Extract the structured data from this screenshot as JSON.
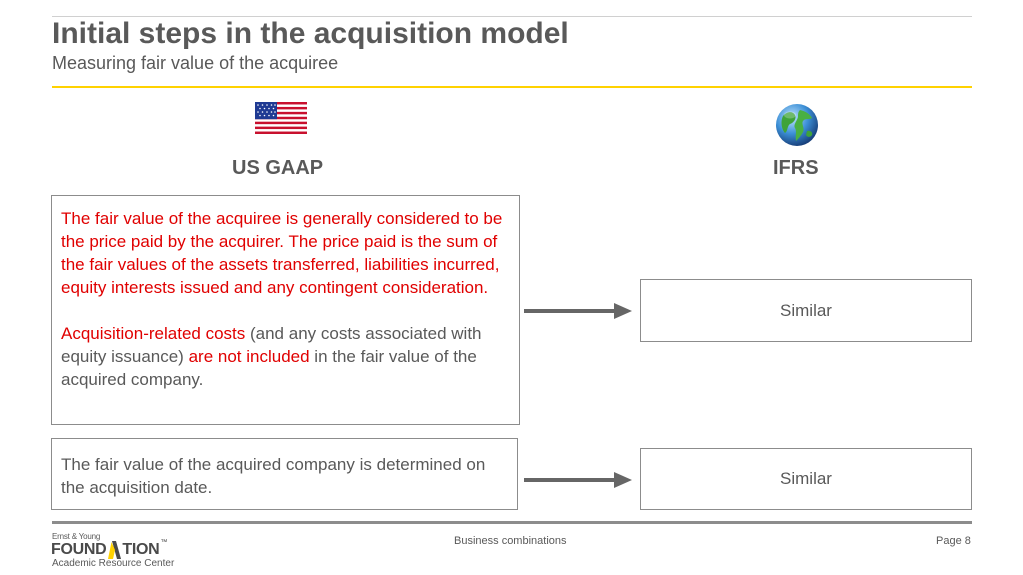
{
  "header": {
    "title": "Initial steps in the acquisition model",
    "subtitle": "Measuring fair value of the acquiree"
  },
  "columns": {
    "left": {
      "heading": "US GAAP",
      "icon": "us-flag-icon"
    },
    "right": {
      "heading": "IFRS",
      "icon": "globe-icon"
    }
  },
  "rows": [
    {
      "paragraphs": [
        {
          "segments": [
            {
              "text": "The fair value of the acquiree is generally considered to be the price paid by the acquirer.  The price paid is the sum of the fair values of the assets transferred, liabilities incurred, equity interests issued and any contingent consideration.",
              "emphasis": true
            }
          ]
        },
        {
          "segments": [
            {
              "text": "Acquisition-related costs",
              "emphasis": true
            },
            {
              "text": " (and any costs associated with equity issuance) ",
              "emphasis": false
            },
            {
              "text": "are not included",
              "emphasis": true
            },
            {
              "text": " in the fair value of the acquired company.",
              "emphasis": false
            }
          ]
        }
      ],
      "ifrs": "Similar"
    },
    {
      "paragraphs": [
        {
          "segments": [
            {
              "text": "The fair value of the acquired company is determined on the acquisition date.",
              "emphasis": false
            }
          ]
        }
      ],
      "ifrs": "Similar"
    }
  ],
  "footer": {
    "logo_top": "Ernst & Young",
    "logo_word_left": "FOUND",
    "logo_word_right": "TION",
    "logo_tm": "™",
    "logo_sub": "Academic Resource Center",
    "center": "Business combinations",
    "page": "Page 8"
  },
  "colors": {
    "emphasis": "#e00000",
    "text": "#595959",
    "accent": "#ffd200",
    "arrow": "#666666"
  }
}
